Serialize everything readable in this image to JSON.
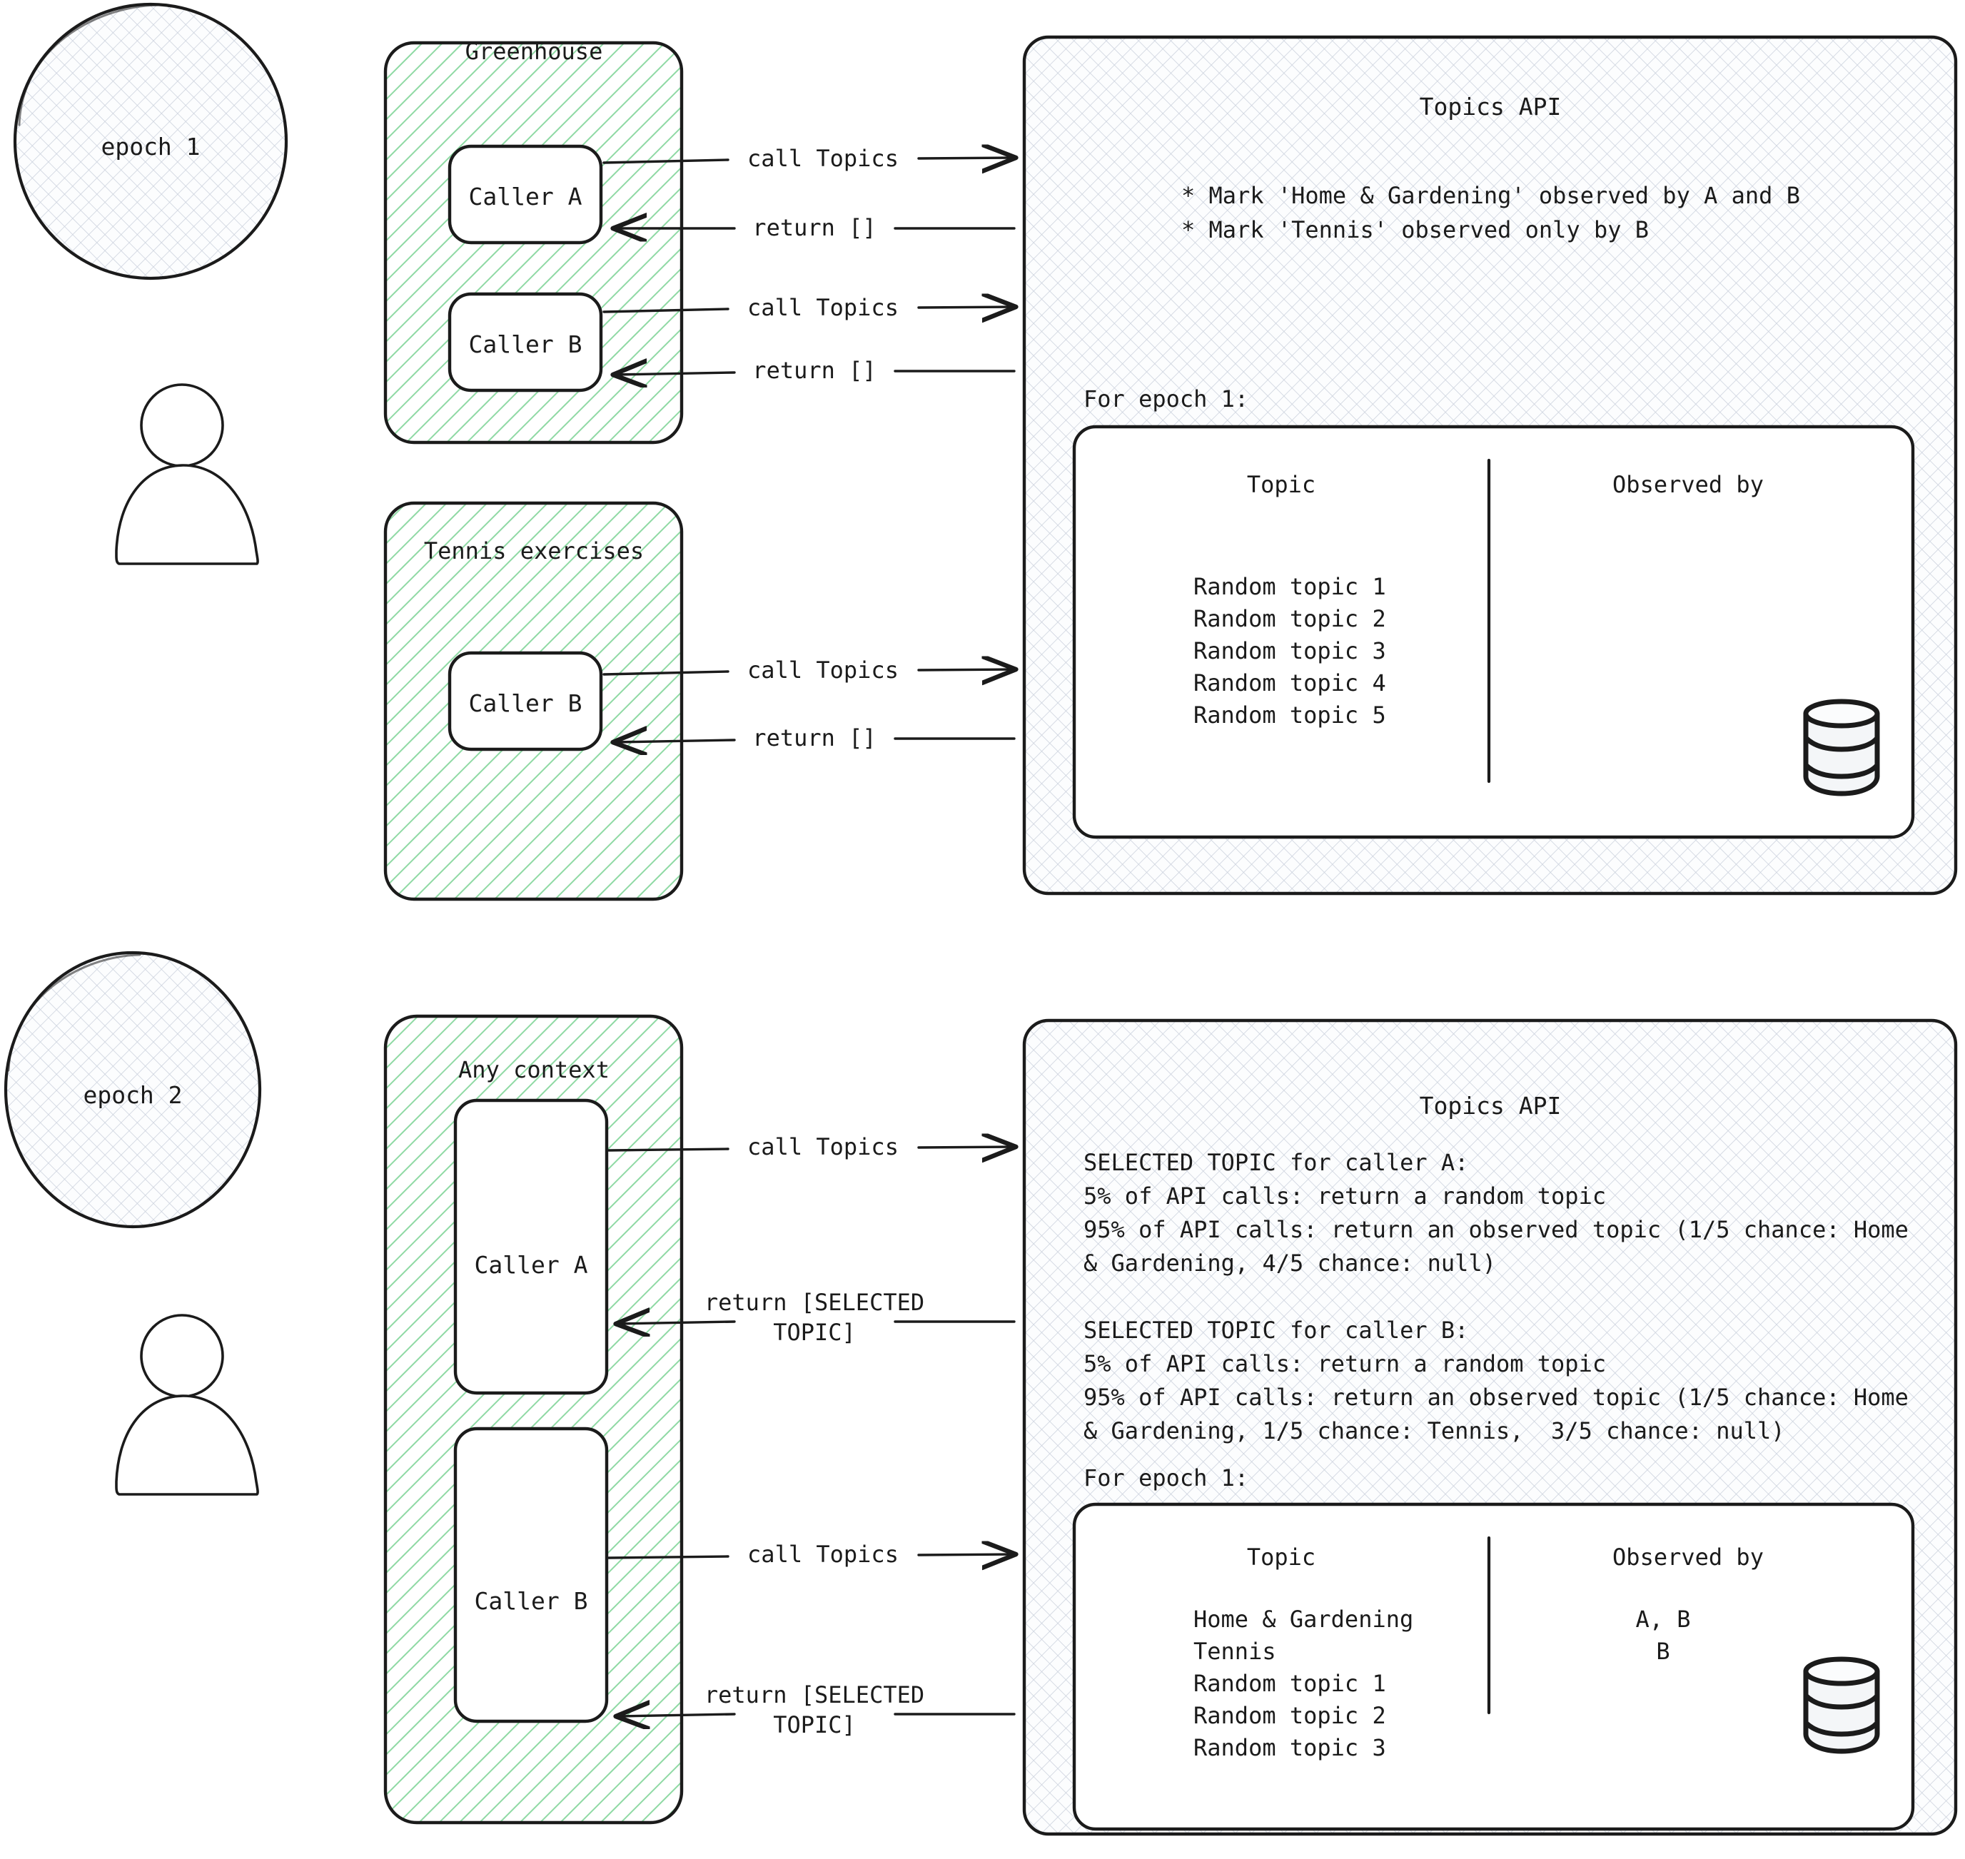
{
  "diagram": {
    "title": "Topics API epochs diagram",
    "colors": {
      "stroke": "#1b1b1b",
      "green_hatch": "#8fd9a4",
      "green_hatch_bg": "#ffffff",
      "crosshatch": "#c7ccd8",
      "panel_bg": "#fafbfc",
      "white": "#ffffff"
    }
  },
  "epochs": [
    {
      "id": "epoch-1",
      "label": "epoch 1",
      "actor_icon": "person-icon",
      "contexts": [
        {
          "id": "greenhouse",
          "label": "Greenhouse",
          "callers": [
            {
              "id": "caller-a",
              "label": "Caller A",
              "messages": [
                {
                  "dir": "out",
                  "label": "call Topics"
                },
                {
                  "dir": "in",
                  "label": "return []"
                }
              ]
            },
            {
              "id": "caller-b",
              "label": "Caller B",
              "messages": [
                {
                  "dir": "out",
                  "label": "call Topics"
                },
                {
                  "dir": "in",
                  "label": "return []"
                }
              ]
            }
          ]
        },
        {
          "id": "tennis-exercises",
          "label": "Tennis exercises",
          "callers": [
            {
              "id": "caller-b-tennis",
              "label": "Caller B",
              "messages": [
                {
                  "dir": "out",
                  "label": "call Topics"
                },
                {
                  "dir": "in",
                  "label": "return []"
                }
              ]
            }
          ]
        }
      ],
      "api": {
        "title": "Topics API",
        "bullets": [
          "* Mark 'Home & Gardening' observed by A and B",
          "* Mark 'Tennis' observed only by B"
        ],
        "table_caption": "For epoch 1:",
        "table": {
          "db_icon": "database-cylinder-icon",
          "columns": [
            "Topic",
            "Observed by"
          ],
          "rows": [
            {
              "topic": "Random topic 1",
              "observed_by": ""
            },
            {
              "topic": "Random topic 2",
              "observed_by": ""
            },
            {
              "topic": "Random topic 3",
              "observed_by": ""
            },
            {
              "topic": "Random topic 4",
              "observed_by": ""
            },
            {
              "topic": "Random topic 5",
              "observed_by": ""
            }
          ]
        }
      }
    },
    {
      "id": "epoch-2",
      "label": "epoch 2",
      "actor_icon": "person-icon",
      "contexts": [
        {
          "id": "any-context",
          "label": "Any context",
          "callers": [
            {
              "id": "caller-a",
              "label": "Caller A",
              "messages": [
                {
                  "dir": "out",
                  "label": "call Topics"
                },
                {
                  "dir": "in",
                  "label": "return [SELECTED\nTOPIC]"
                }
              ]
            },
            {
              "id": "caller-b",
              "label": "Caller B",
              "messages": [
                {
                  "dir": "out",
                  "label": "call Topics"
                },
                {
                  "dir": "in",
                  "label": "return [SELECTED\nTOPIC]"
                }
              ]
            }
          ]
        }
      ],
      "api": {
        "title": "Topics API",
        "paragraphs": [
          "SELECTED TOPIC for caller A:",
          "5% of API calls: return a random topic",
          "95% of API calls: return an observed topic (1/5 chance: Home",
          "& Gardening, 4/5 chance: null)",
          "",
          "SELECTED TOPIC for caller B:",
          "5% of API calls: return a random topic",
          "95% of API calls: return an observed topic (1/5 chance: Home",
          "& Gardening, 1/5 chance: Tennis,  3/5 chance: null)"
        ],
        "table_caption": "For epoch 1:",
        "table": {
          "db_icon": "database-cylinder-icon",
          "columns": [
            "Topic",
            "Observed by"
          ],
          "rows": [
            {
              "topic": "Home & Gardening",
              "observed_by": "A, B"
            },
            {
              "topic": "Tennis",
              "observed_by": "B"
            },
            {
              "topic": "Random topic 1",
              "observed_by": ""
            },
            {
              "topic": "Random topic 2",
              "observed_by": ""
            },
            {
              "topic": "Random topic 3",
              "observed_by": ""
            }
          ]
        }
      }
    }
  ],
  "arrows": {
    "e1": [
      {
        "label": "call Topics",
        "dir": "out"
      },
      {
        "label": "return []",
        "dir": "in"
      },
      {
        "label": "call Topics",
        "dir": "out"
      },
      {
        "label": "return []",
        "dir": "in"
      },
      {
        "label": "call Topics",
        "dir": "out"
      },
      {
        "label": "return []",
        "dir": "in"
      }
    ],
    "e2": [
      {
        "label": "call Topics",
        "dir": "out"
      },
      {
        "label_l1": "return [SELECTED",
        "label_l2": "TOPIC]",
        "dir": "in"
      },
      {
        "label": "call Topics",
        "dir": "out"
      },
      {
        "label_l1": "return [SELECTED",
        "label_l2": "TOPIC]",
        "dir": "in"
      }
    ]
  }
}
